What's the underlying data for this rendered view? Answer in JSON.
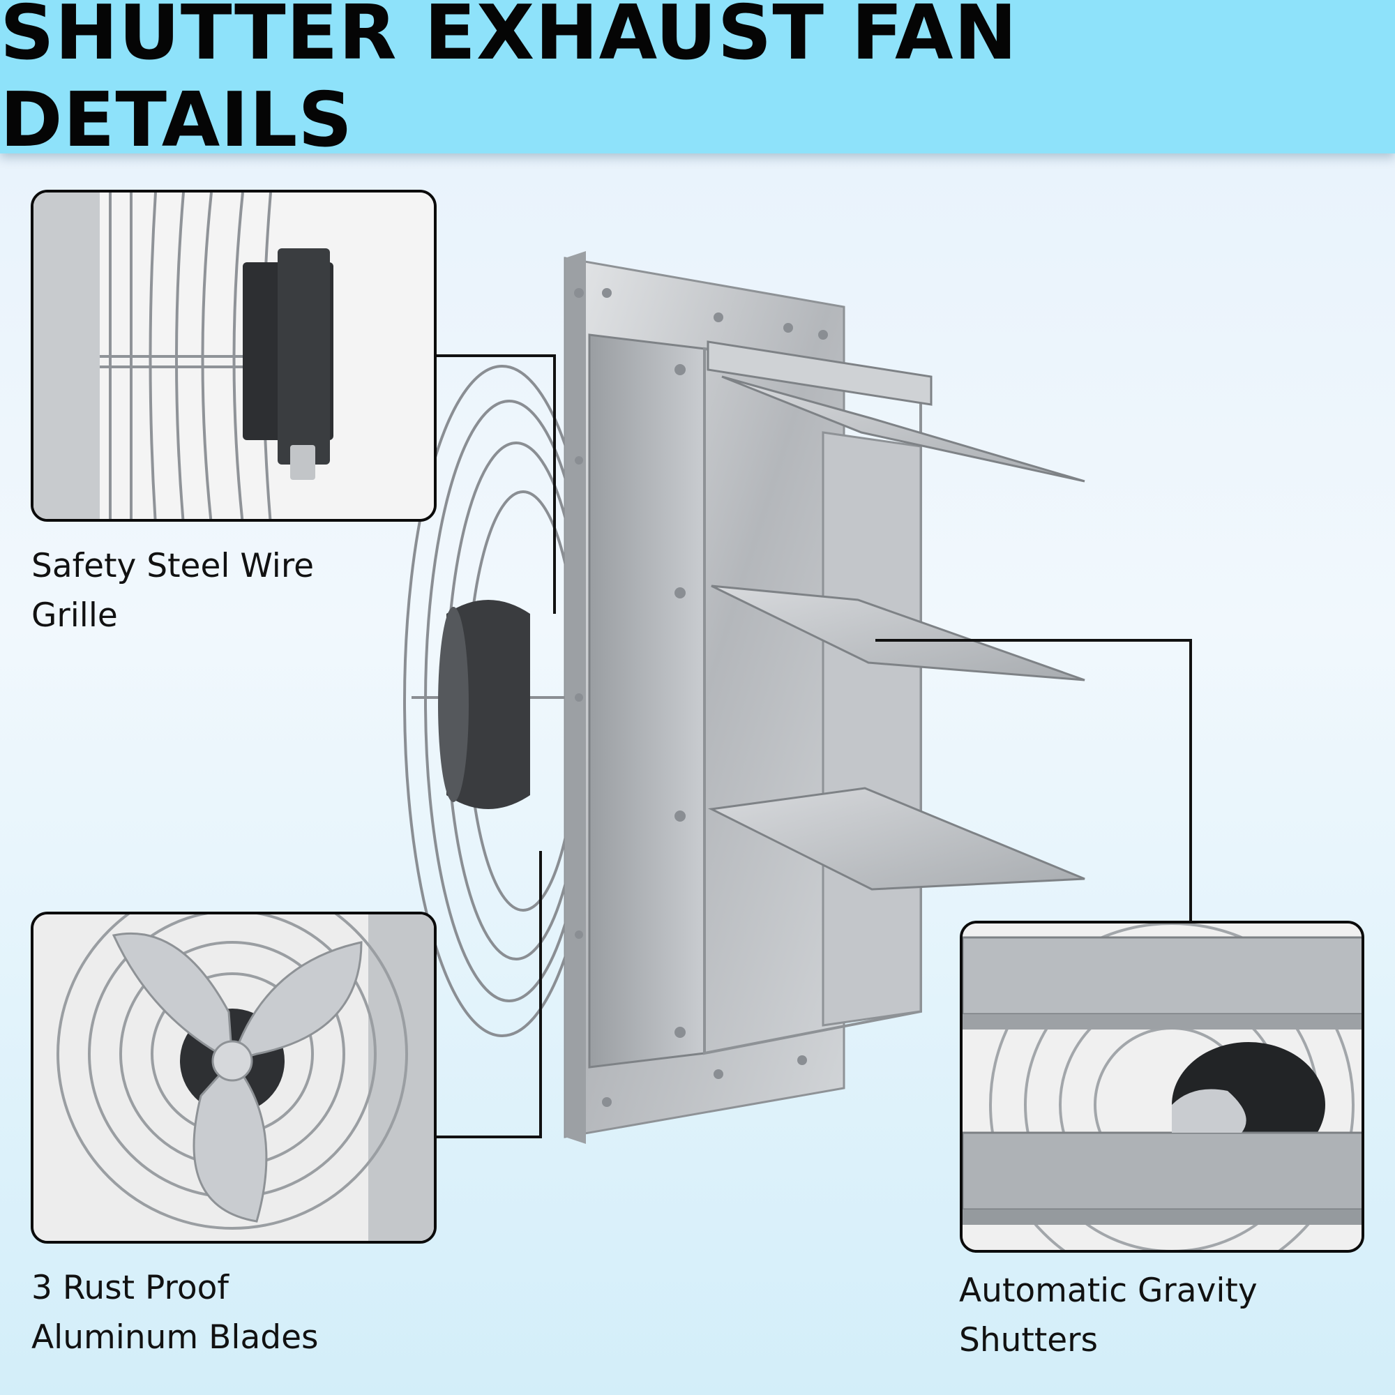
{
  "title": "SHUTTER EXHAUST FAN DETAILS",
  "features": [
    {
      "line1": "Safety Steel Wire",
      "line2": "Grille"
    },
    {
      "line1": "3 Rust Proof",
      "line2": "Aluminum Blades"
    },
    {
      "line1": "Automatic Gravity",
      "line2": "Shutters"
    }
  ],
  "colors": {
    "banner": "#8ee2fa",
    "border": "#0b0b0b",
    "metal": "#b9bcc0"
  }
}
